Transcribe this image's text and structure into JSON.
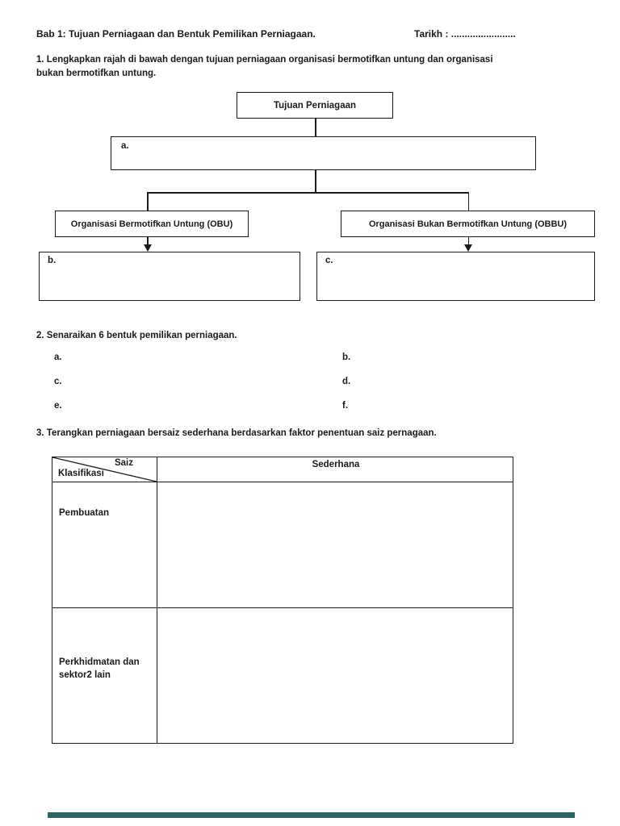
{
  "page": {
    "title": "Bab 1:  Tujuan Perniagaan dan Bentuk Pemilikan Perniagaan.",
    "date_label": "Tarikh :  ........................"
  },
  "question1": {
    "line1": "1.  Lengkapkan rajah di bawah dengan tujuan perniagaan organisasi bermotifkan untung dan organisasi",
    "line2": "bukan bermotifkan untung."
  },
  "diagram": {
    "root": "Tujuan Perniagaan",
    "blank_a": "a.",
    "left_branch": "Organisasi Bermotifkan Untung (OBU)",
    "right_branch": "Organisasi Bukan Bermotifkan Untung (OBBU)",
    "blank_b": "b.",
    "blank_c": "c."
  },
  "question2": {
    "text": "2.  Senaraikan 6 bentuk pemilikan perniagaan.",
    "items": [
      "a.",
      "b.",
      "c.",
      "d.",
      "e.",
      "f."
    ]
  },
  "question3": {
    "text": "3.   Terangkan perniagaan bersaiz sederhana berdasarkan faktor penentuan saiz pernagaan.",
    "table": {
      "corner_top": "Saiz",
      "corner_bottom": "Klasifikasi",
      "column_header": "Sederhana",
      "rows": [
        {
          "label": "Pembuatan",
          "value": ""
        },
        {
          "label": "Perkhidmatan dan sektor2 lain",
          "value": ""
        }
      ]
    }
  },
  "colors": {
    "ink": "#1a1a1a",
    "footer_bar": "#2d6363"
  }
}
